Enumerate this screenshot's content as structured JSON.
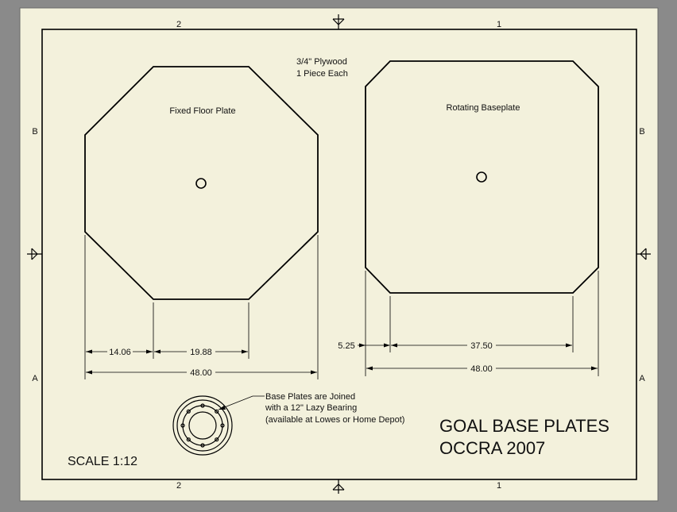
{
  "sheet": {
    "zone_top_left": "2",
    "zone_top_right": "1",
    "zone_bottom_left": "2",
    "zone_bottom_right": "1",
    "zone_left_upper": "B",
    "zone_left_lower": "A",
    "zone_right_upper": "B",
    "zone_right_lower": "A"
  },
  "note_material": {
    "line1": "3/4\" Plywood",
    "line2": "1 Piece Each"
  },
  "fixed_plate": {
    "label": "Fixed Floor Plate",
    "dim_corner": "14.06",
    "dim_flat": "19.88",
    "dim_overall": "48.00"
  },
  "rotating_plate": {
    "label": "Rotating Baseplate",
    "dim_corner": "5.25",
    "dim_flat": "37.50",
    "dim_overall": "48.00"
  },
  "bearing_note": {
    "line1": "Base Plates are Joined",
    "line2": "with a 12\" Lazy Bearing",
    "line3": "(available at Lowes or Home Depot)"
  },
  "title_block": {
    "title": "GOAL BASE PLATES",
    "subtitle": "OCCRA 2007",
    "scale": "SCALE 1:12"
  },
  "colors": {
    "paper": "#f3f1dc",
    "border": "#000000",
    "surround": "#8a8a8a"
  }
}
